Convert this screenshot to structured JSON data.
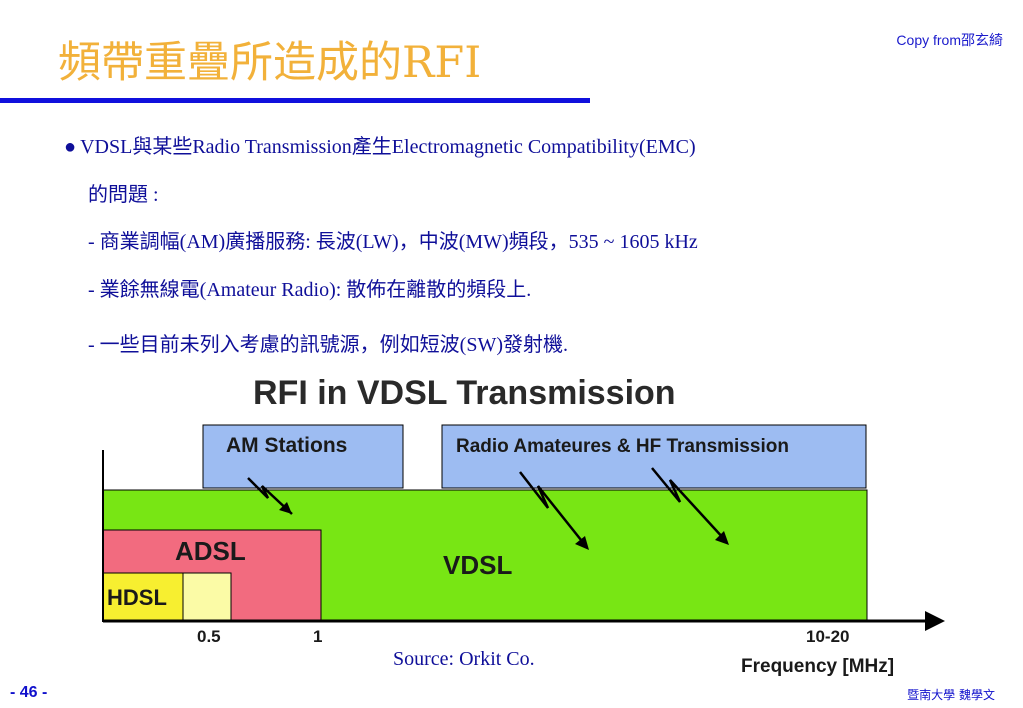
{
  "slide": {
    "title": "頻帶重疊所造成的RFI",
    "copy_credit": "Copy from邵玄綺",
    "bullet_symbol": "●",
    "bullet_line": "VDSL與某些Radio Transmission產生Electromagnetic Compatibility(EMC)",
    "bullet_line2": "的問題 :",
    "sub_items": [
      "-  商業調幅(AM)廣播服務: 長波(LW)，中波(MW)頻段，535 ~ 1605 kHz",
      "-  業餘無線電(Amateur Radio): 散佈在離散的頻段上.",
      "-   一些目前未列入考慮的訊號源，例如短波(SW)發射機."
    ],
    "source": "Source: Orkit Co.",
    "page_number": "- 46 -",
    "footer": "暨南大學  魏學文"
  },
  "diagram": {
    "title": "RFI in VDSL Transmission",
    "labels": {
      "am_stations": "AM Stations",
      "radio_amateurs": "Radio Amateures & HF Transmission",
      "adsl": "ADSL",
      "vdsl": "VDSL",
      "hdsl": "HDSL",
      "tick_05": "0.5",
      "tick_1": "1",
      "tick_1020": "10-20",
      "axis_label": "Frequency [MHz]"
    },
    "colors": {
      "vdsl": "#78e614",
      "adsl": "#f26b7f",
      "hdsl": "#f7ef30",
      "hdsl_light": "#fbfba6",
      "interference_box": "#9dbcf2"
    }
  }
}
